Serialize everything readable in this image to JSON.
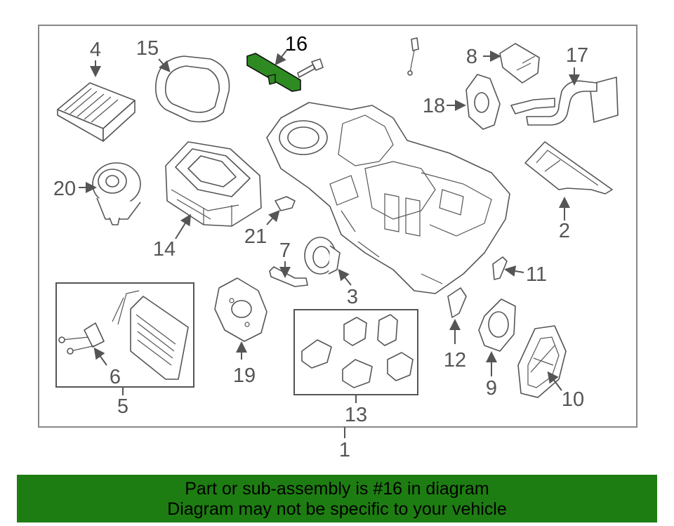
{
  "callouts": {
    "n1": "1",
    "n2": "2",
    "n3": "3",
    "n4": "4",
    "n5": "5",
    "n6": "6",
    "n7": "7",
    "n8": "8",
    "n9": "9",
    "n10": "10",
    "n11": "11",
    "n12": "12",
    "n13": "13",
    "n14": "14",
    "n15": "15",
    "n16": "16",
    "n17": "17",
    "n18": "18",
    "n19": "19",
    "n20": "20",
    "n21": "21"
  },
  "highlight": {
    "part": "16",
    "color": "#2e8b22"
  },
  "banner": {
    "line1": "Part or sub-assembly is #16 in diagram",
    "line2": "Diagram may not be specific to your vehicle",
    "color": "#1e7d12"
  }
}
